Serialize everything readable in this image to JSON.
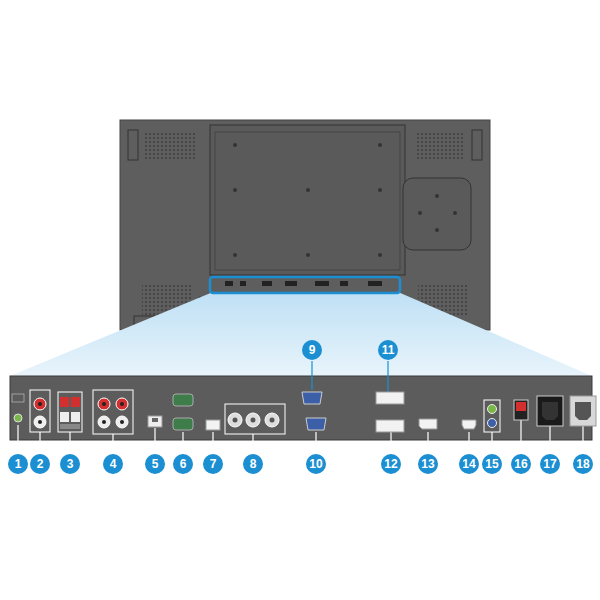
{
  "diagram": {
    "labels": [
      "1",
      "2",
      "3",
      "4",
      "5",
      "6",
      "7",
      "8",
      "9",
      "10",
      "11",
      "12",
      "13",
      "14",
      "15",
      "16",
      "17",
      "18"
    ]
  }
}
